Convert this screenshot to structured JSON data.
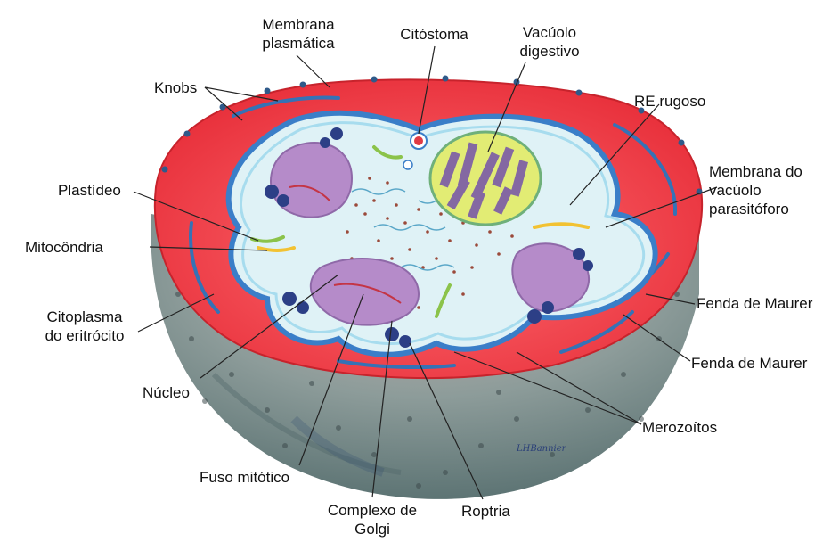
{
  "labels": {
    "membrana_plasmatica": "Membrana\nplasmática",
    "citostoma": "Citóstoma",
    "vacuolo_digestivo": "Vacúolo\ndigestivo",
    "knobs": "Knobs",
    "re_rugoso": "RE rugoso",
    "membrana_vacuolo": "Membrana do\nvacúolo\nparasitóforo",
    "plastideo": "Plastídeo",
    "mitocondria": "Mitocôndria",
    "citoplasma": "Citoplasma\ndo eritrócito",
    "fenda_maurer_1": "Fenda de Maurer",
    "fenda_maurer_2": "Fenda de Maurer",
    "nucleo": "Núcleo",
    "merozoitos": "Merozoítos",
    "fuso_mitotico": "Fuso mitótico",
    "complexo_golgi": "Complexo de\nGolgi",
    "roptria": "Roptria"
  },
  "signature": "LHBannier",
  "colors": {
    "erythrocyte": "#ee3b45",
    "cut_surface": "#f2555b",
    "lower_body": "#8c9a9a",
    "parasite_cytoplasm": "#dff2f6",
    "parasite_membrane": "#3a7ec8",
    "nucleus": "#b58bc9",
    "food_vacuole": "#e2ec74",
    "hemozoin": "#7a5aa8",
    "rhoptry": "#2c3f86",
    "line": "#222222"
  }
}
